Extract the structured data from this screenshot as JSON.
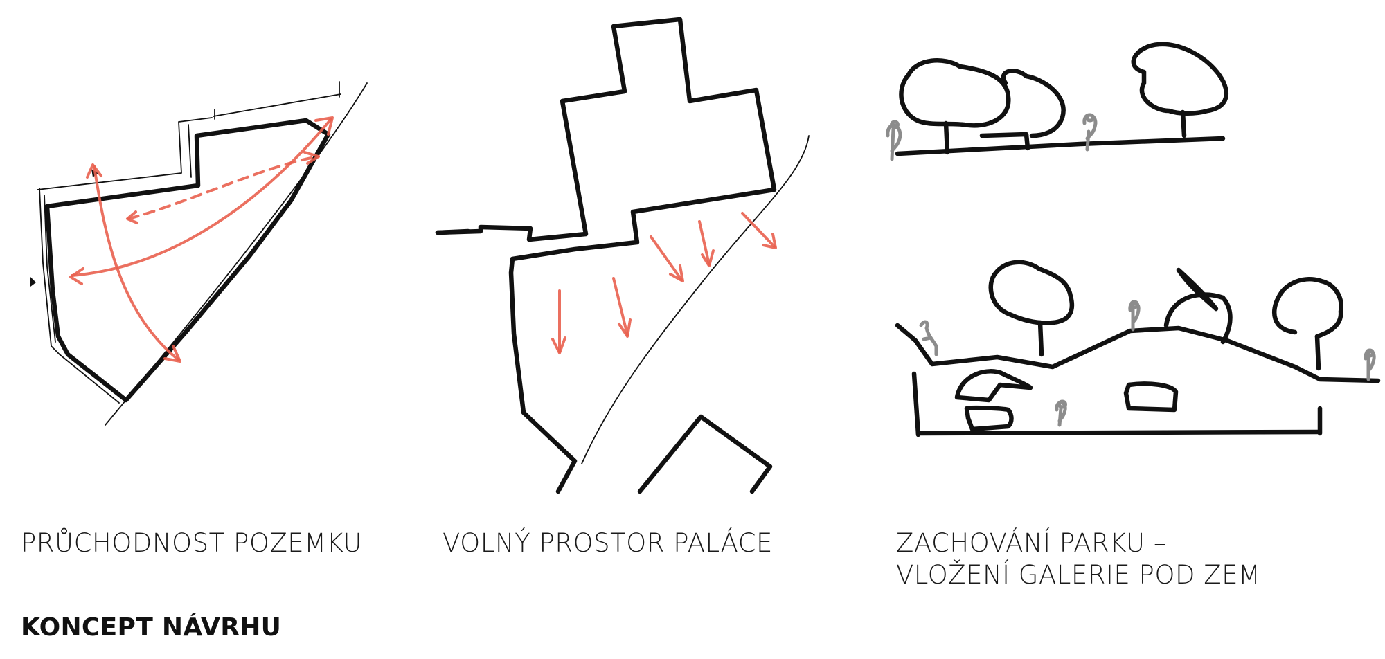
{
  "diagrams": [
    {
      "caption_lines": [
        "PRŮCHODNOST POZEMKU"
      ]
    },
    {
      "caption_lines": [
        "VOLNÝ PROSTOR PALÁCE"
      ]
    },
    {
      "caption_lines": [
        "ZACHOVÁNÍ PARKU –",
        "VLOŽENÍ GALERIE POD ZEM"
      ]
    }
  ],
  "title": "KONCEPT NÁVRHU",
  "colors": {
    "ink": "#111111",
    "accent_red": "#e9604f",
    "figure_grey": "#8c8c8c"
  }
}
